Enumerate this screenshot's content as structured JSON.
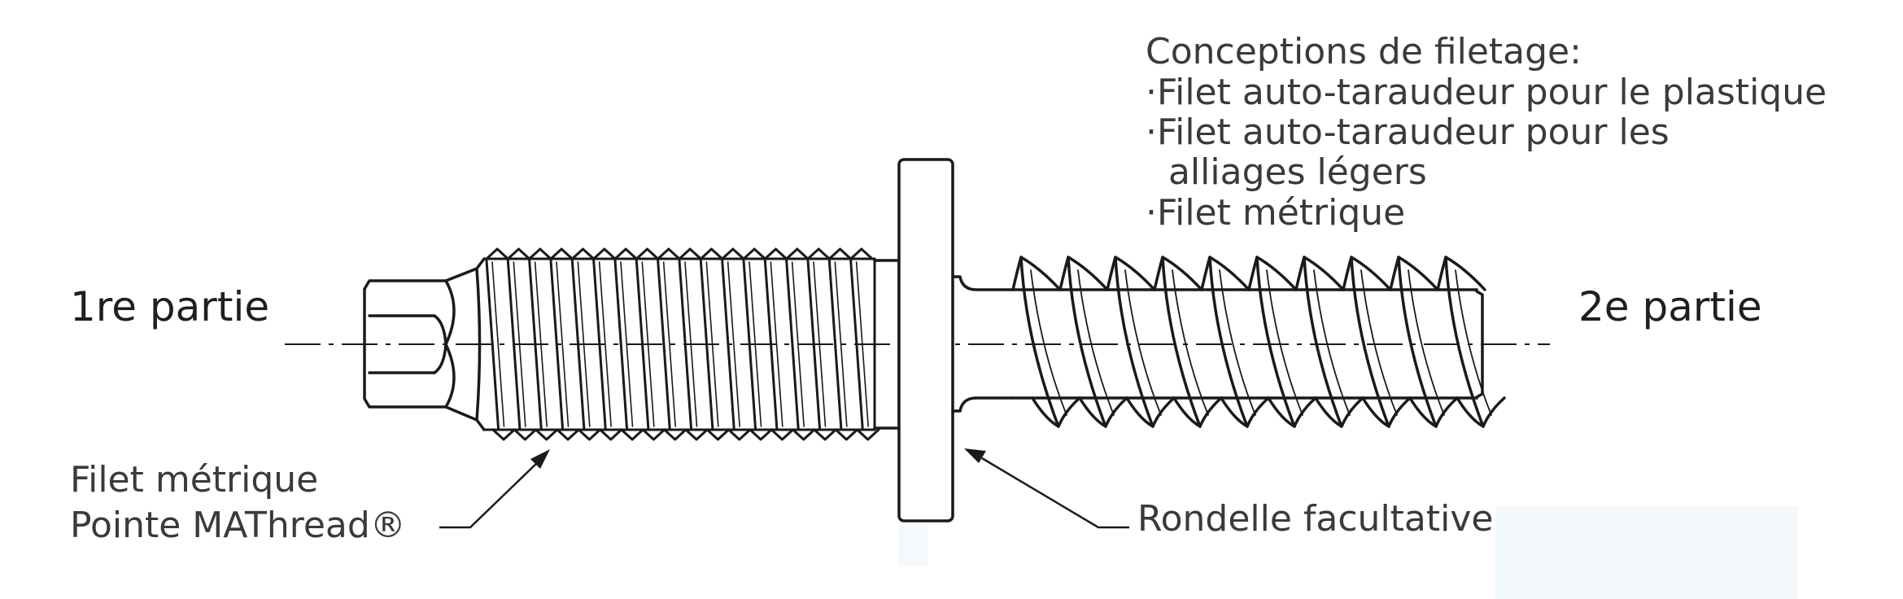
{
  "labels": {
    "part_one": "1re partie",
    "part_two": "2e partie",
    "metric_line1": "Filet métrique",
    "metric_line2": "Pointe MAThread®",
    "washer": "Rondelle facultative"
  },
  "thread_designs": {
    "heading": "Conceptions de filetage:",
    "items": [
      "·Filet auto-taraudeur pour le plastique",
      "·Filet auto-taraudeur pour les",
      "  alliages légers",
      "·Filet métrique"
    ]
  },
  "colors": {
    "line": "#1a1a1a",
    "text": "#3a3a3a",
    "label": "#1f1f1f",
    "panel": "#f2f8fc"
  }
}
